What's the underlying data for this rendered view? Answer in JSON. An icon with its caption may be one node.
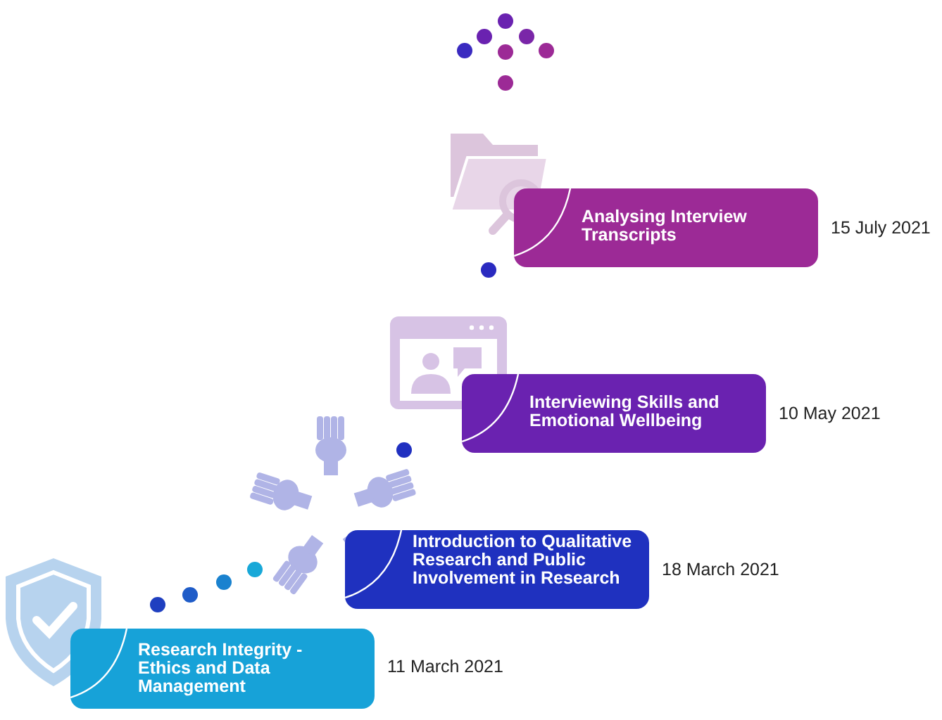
{
  "diagram": {
    "nodes": [
      {
        "text": [
          "Research Integrity - Ethics and Data Management"
        ],
        "beside": [
          "11 March 2021"
        ]
      },
      {
        "text": [
          "Introduction to Qualitative Research and Public Involvement in Research"
        ],
        "beside": [
          "18 March 2021"
        ]
      },
      {
        "text": [
          "Interviewing Skills and Emotional Wellbeing"
        ],
        "beside": [
          "10 May 2021"
        ]
      },
      {
        "text": [
          "Analysing Interview Transcripts"
        ],
        "beside": [
          "15 July 2021"
        ]
      }
    ]
  }
}
